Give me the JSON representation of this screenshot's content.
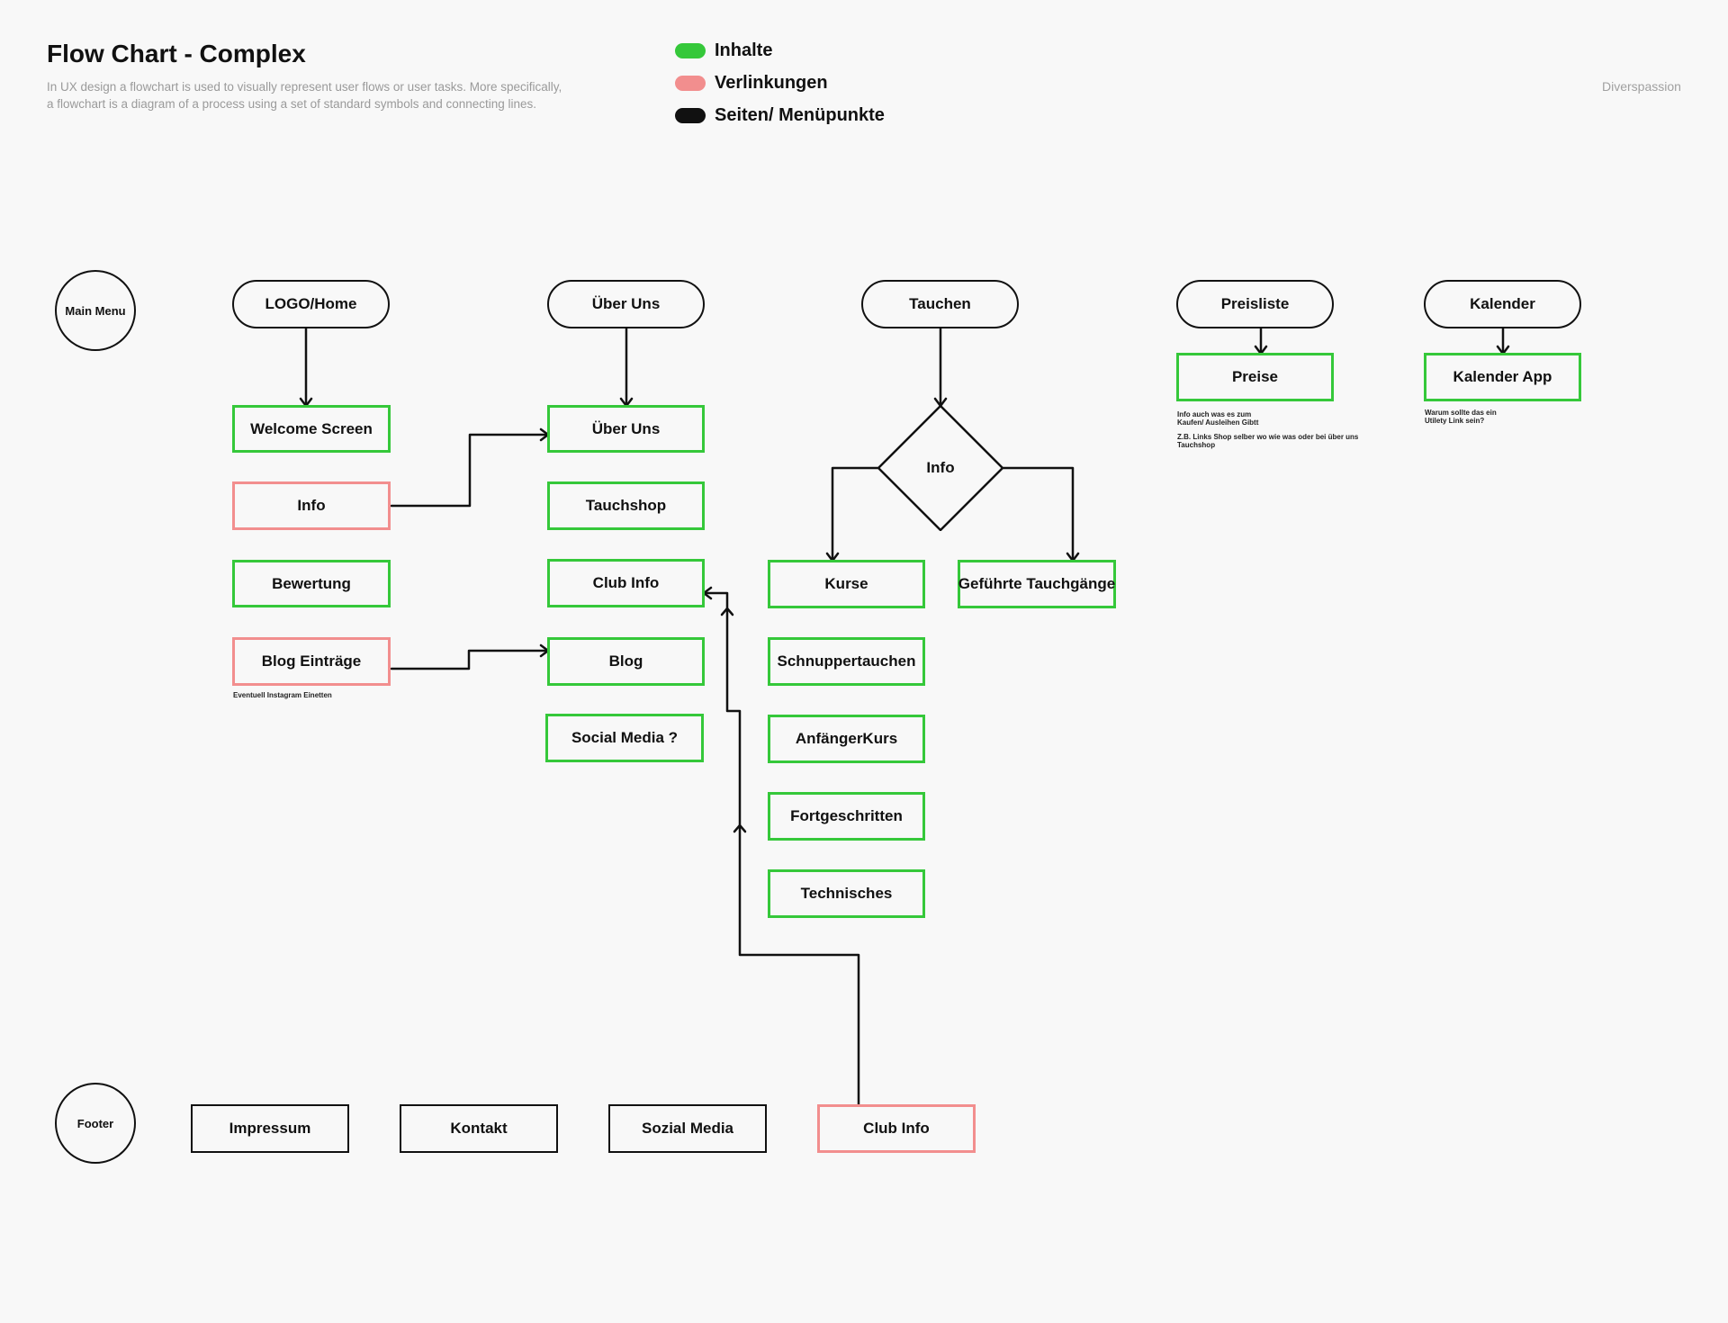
{
  "header": {
    "title": "Flow Chart - Complex",
    "subtitle_line1": "In UX design a flowchart is used to visually represent user flows or user tasks. More specifically,",
    "subtitle_line2": "a flowchart is a diagram of a process using a set of standard symbols and connecting lines.",
    "credit": "Diverspassion"
  },
  "legend": [
    {
      "label": "Inhalte",
      "color": "#35c83a"
    },
    {
      "label": "Verlinkungen",
      "color": "#f28e8e"
    },
    {
      "label": "Seiten/ Menüpunkte",
      "color": "#111111"
    }
  ],
  "sections": {
    "main_menu": "Main Menu",
    "footer": "Footer"
  },
  "menu": {
    "logo_home": "LOGO/Home",
    "ueber_uns": "Über Uns",
    "tauchen": "Tauchen",
    "preisliste": "Preisliste",
    "kalender": "Kalender"
  },
  "home_column": {
    "welcome": "Welcome Screen",
    "info": "Info",
    "bewertung": "Bewertung",
    "blog_eintraege": "Blog Einträge",
    "blog_note": "Eventuell Instagram Einetten"
  },
  "ueber_column": {
    "ueber_uns": "Über Uns",
    "tauchshop": "Tauchshop",
    "club_info": "Club Info",
    "blog": "Blog",
    "social_media": "Social Media ?"
  },
  "tauchen_column": {
    "info_decision": "Info",
    "kurse": "Kurse",
    "gefuehrte": "Geführte Tauchgänge",
    "schnupper": "Schnuppertauchen",
    "anfaenger": "AnfängerKurs",
    "fortgeschritten": "Fortgeschritten",
    "technisches": "Technisches"
  },
  "preis_column": {
    "preise": "Preise",
    "note1_line1": "Info auch was es zum",
    "note1_line2": "Kaufen/ Ausleihen Gibtt",
    "note2_line1": "Z.B. Links Shop selber wo wie was oder bei über uns",
    "note2_line2": "Tauchshop"
  },
  "kalender_column": {
    "kalender_app": "Kalender App",
    "note_line1": "Warum sollte das ein",
    "note_line2": "Utilety Link sein?"
  },
  "footer_items": {
    "impressum": "Impressum",
    "kontakt": "Kontakt",
    "sozial_media": "Sozial Media",
    "club_info": "Club Info"
  }
}
